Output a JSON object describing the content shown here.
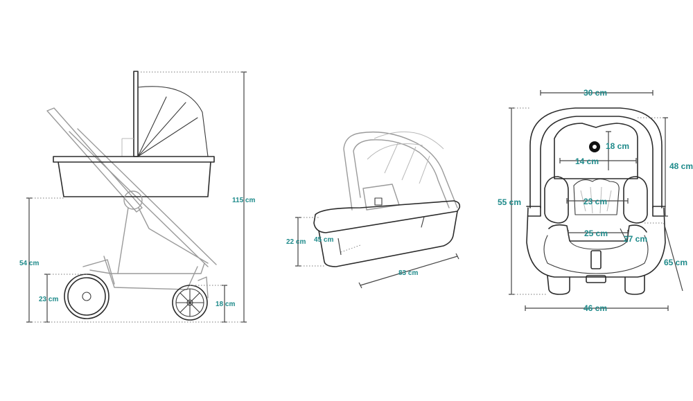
{
  "stroller": {
    "total_height": "115 cm",
    "seat_height": "54 cm",
    "rear_wheel": "23 cm",
    "front_wheel": "18 cm"
  },
  "carrycot": {
    "height": "22 cm",
    "width": "45 cm",
    "length": "83 cm"
  },
  "car_seat": {
    "top_width": "30 cm",
    "head_depth": "18 cm",
    "head_width": "14 cm",
    "inner_height": "48 cm",
    "total_height": "55 cm",
    "shoulder_width": "23 cm",
    "seat_width": "25 cm",
    "seat_depth": "27 cm",
    "depth": "65 cm",
    "base_width": "46 cm"
  },
  "colors": {
    "label": "#1e8a8a",
    "outline": "#2b2b2b"
  }
}
